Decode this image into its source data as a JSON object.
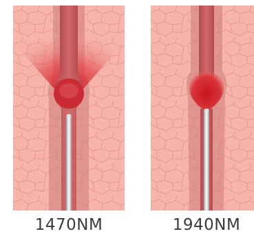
{
  "panels": [
    {
      "label": "1470NM",
      "effect": "wide-cone",
      "colors": {
        "tissue": "#f6b4ab",
        "tissue_line": "#ec9c92",
        "vessel": "#cf5a5d",
        "heat": "#d72530",
        "fiber": "#f4f4f4"
      }
    },
    {
      "label": "1940NM",
      "effect": "narrow-bulb",
      "colors": {
        "tissue": "#f6b4ab",
        "tissue_line": "#ec9c92",
        "vessel": "#cf5a5d",
        "heat": "#d72530",
        "fiber": "#f4f4f4"
      }
    }
  ]
}
